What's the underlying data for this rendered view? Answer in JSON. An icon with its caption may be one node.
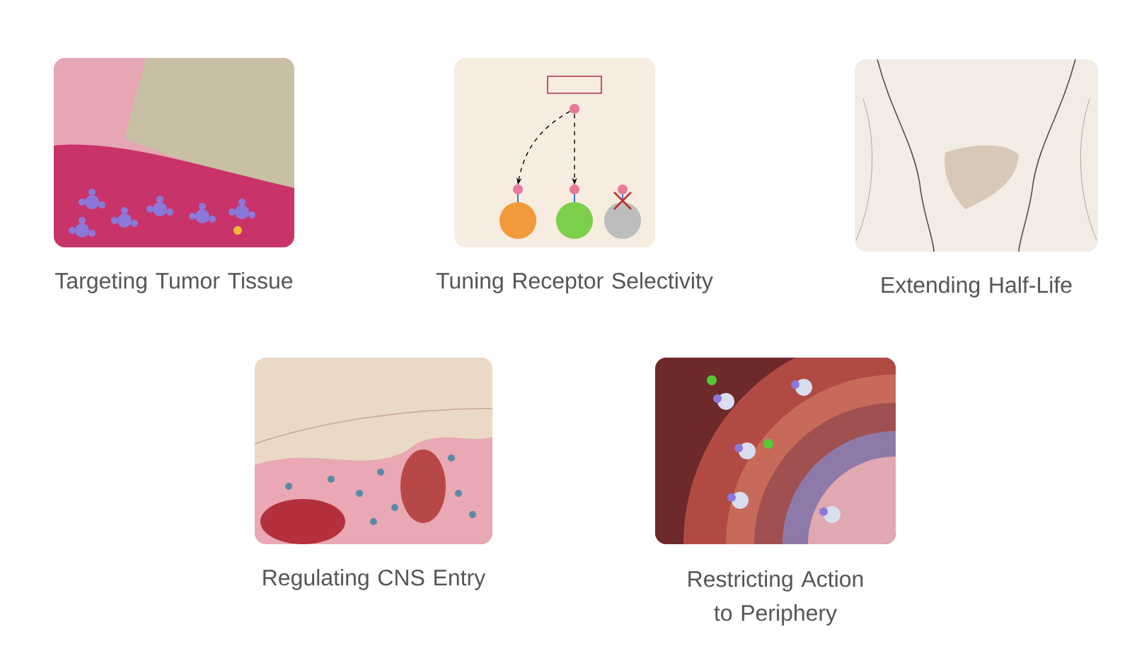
{
  "diagram": {
    "nodes": [
      {
        "text": [],
        "shape": "picture",
        "beside": [
          "Targeting Tumor Tissue"
        ]
      },
      {
        "text": [],
        "shape": "picture",
        "beside": [
          "Tuning Receptor Selectivity"
        ]
      },
      {
        "text": [],
        "shape": "box",
        "in": 1
      },
      {
        "text": [],
        "shape": "circle",
        "in": 1
      },
      {
        "text": [],
        "shape": "circle",
        "in": 1
      },
      {
        "text": [],
        "shape": "circle",
        "in": 1
      },
      {
        "text": [],
        "shape": "circle",
        "in": 1
      },
      {
        "text": [],
        "shape": "picture",
        "beside": [
          "Extending Half-Life"
        ]
      },
      {
        "text": [],
        "shape": "picture",
        "beside": [
          "Regulating CNS Entry"
        ]
      },
      {
        "text": [],
        "shape": "picture",
        "beside": [
          "Restricting Action to Periphery"
        ]
      }
    ],
    "edges": [
      {
        "from": 3,
        "to": 4,
        "arrow": "to",
        "style": "dashed"
      },
      {
        "from": 3,
        "to": 5,
        "arrow": "to",
        "style": "dashed"
      }
    ]
  }
}
